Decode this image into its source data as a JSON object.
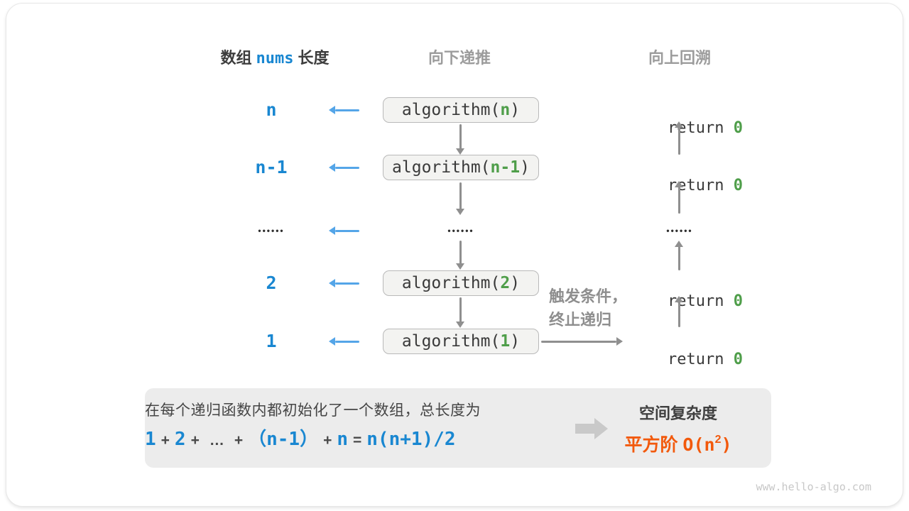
{
  "colors": {
    "accent_blue": "#1987d1",
    "arrow_blue": "#54a5e8",
    "green": "#4f9e4a",
    "orange": "#f2590c",
    "arrow_gray": "#8f8f8f"
  },
  "headers": {
    "left_pre": "数组",
    "left_code": "nums",
    "left_post": "长度",
    "middle": "向下递推",
    "right": "向上回溯"
  },
  "rows": [
    {
      "label": "n",
      "box": {
        "pre": "algorithm(",
        "arg": "n",
        "post": ")"
      },
      "ret": {
        "pre": "return ",
        "val": "0"
      }
    },
    {
      "label": "n-1",
      "box": {
        "pre": "algorithm(",
        "arg": "n-1",
        "post": ")"
      },
      "ret": {
        "pre": "return ",
        "val": "0"
      }
    },
    {
      "label_dots": "••••••",
      "mid_dots": "••••••",
      "right_dots": "••••••"
    },
    {
      "label": "2",
      "box": {
        "pre": "algorithm(",
        "arg": "2",
        "post": ")"
      },
      "ret": {
        "pre": "return ",
        "val": "0"
      }
    },
    {
      "label": "1",
      "box": {
        "pre": "algorithm(",
        "arg": "1",
        "post": ")"
      },
      "ret": {
        "pre": "return ",
        "val": "0"
      }
    }
  ],
  "annotation": {
    "line1": "触发条件，",
    "line2": "终止递归"
  },
  "summary": {
    "line1": "在每个递归函数内都初始化了一个数组，总长度为",
    "formula": [
      {
        "t": "1"
      },
      {
        "t": "+"
      },
      {
        "t": "2"
      },
      {
        "t": "+"
      },
      {
        "t": "…"
      },
      {
        "t": "+"
      },
      {
        "t": "（n-1）"
      },
      {
        "t": "+"
      },
      {
        "t": "n"
      },
      {
        "t": "="
      },
      {
        "t": "n(n+1)/2"
      }
    ],
    "result_title": "空间复杂度",
    "result_label": "平方阶 ",
    "result_o_pre": "O(n",
    "result_sup": "2",
    "result_o_post": ")"
  },
  "watermark": "www.hello-algo.com"
}
